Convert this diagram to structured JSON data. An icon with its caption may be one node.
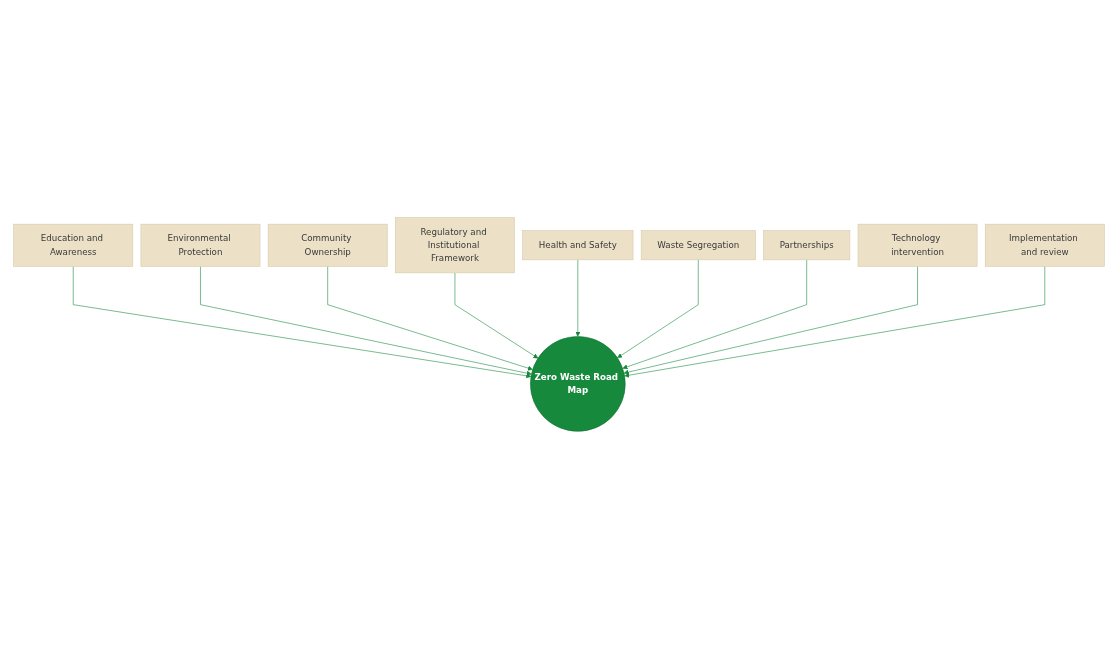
{
  "diagram": {
    "nodes": [
      {
        "text": [
          "Education and Awareness"
        ]
      },
      {
        "text": [
          "Environmental Protection"
        ]
      },
      {
        "text": [
          "Community Ownership"
        ]
      },
      {
        "text": [
          "Regulatory and Institutional Framework"
        ]
      },
      {
        "text": [
          "Health and Safety"
        ]
      },
      {
        "text": [
          "Waste Segregation"
        ]
      },
      {
        "text": [
          "Partnerships"
        ]
      },
      {
        "text": [
          "Technology intervention"
        ]
      },
      {
        "text": [
          "Implementation and review"
        ]
      },
      {
        "text": [
          "Zero Waste Road Map"
        ]
      }
    ],
    "edges": [
      {
        "from": 0,
        "to": 9,
        "arrow": "to"
      },
      {
        "from": 1,
        "to": 9,
        "arrow": "to"
      },
      {
        "from": 2,
        "to": 9,
        "arrow": "to"
      },
      {
        "from": 3,
        "to": 9,
        "arrow": "to"
      },
      {
        "from": 4,
        "to": 9,
        "arrow": "to"
      },
      {
        "from": 5,
        "to": 9,
        "arrow": "to"
      },
      {
        "from": 6,
        "to": 9,
        "arrow": "to"
      },
      {
        "from": 7,
        "to": 9,
        "arrow": "to"
      },
      {
        "from": 8,
        "to": 9,
        "arrow": "to"
      }
    ]
  }
}
